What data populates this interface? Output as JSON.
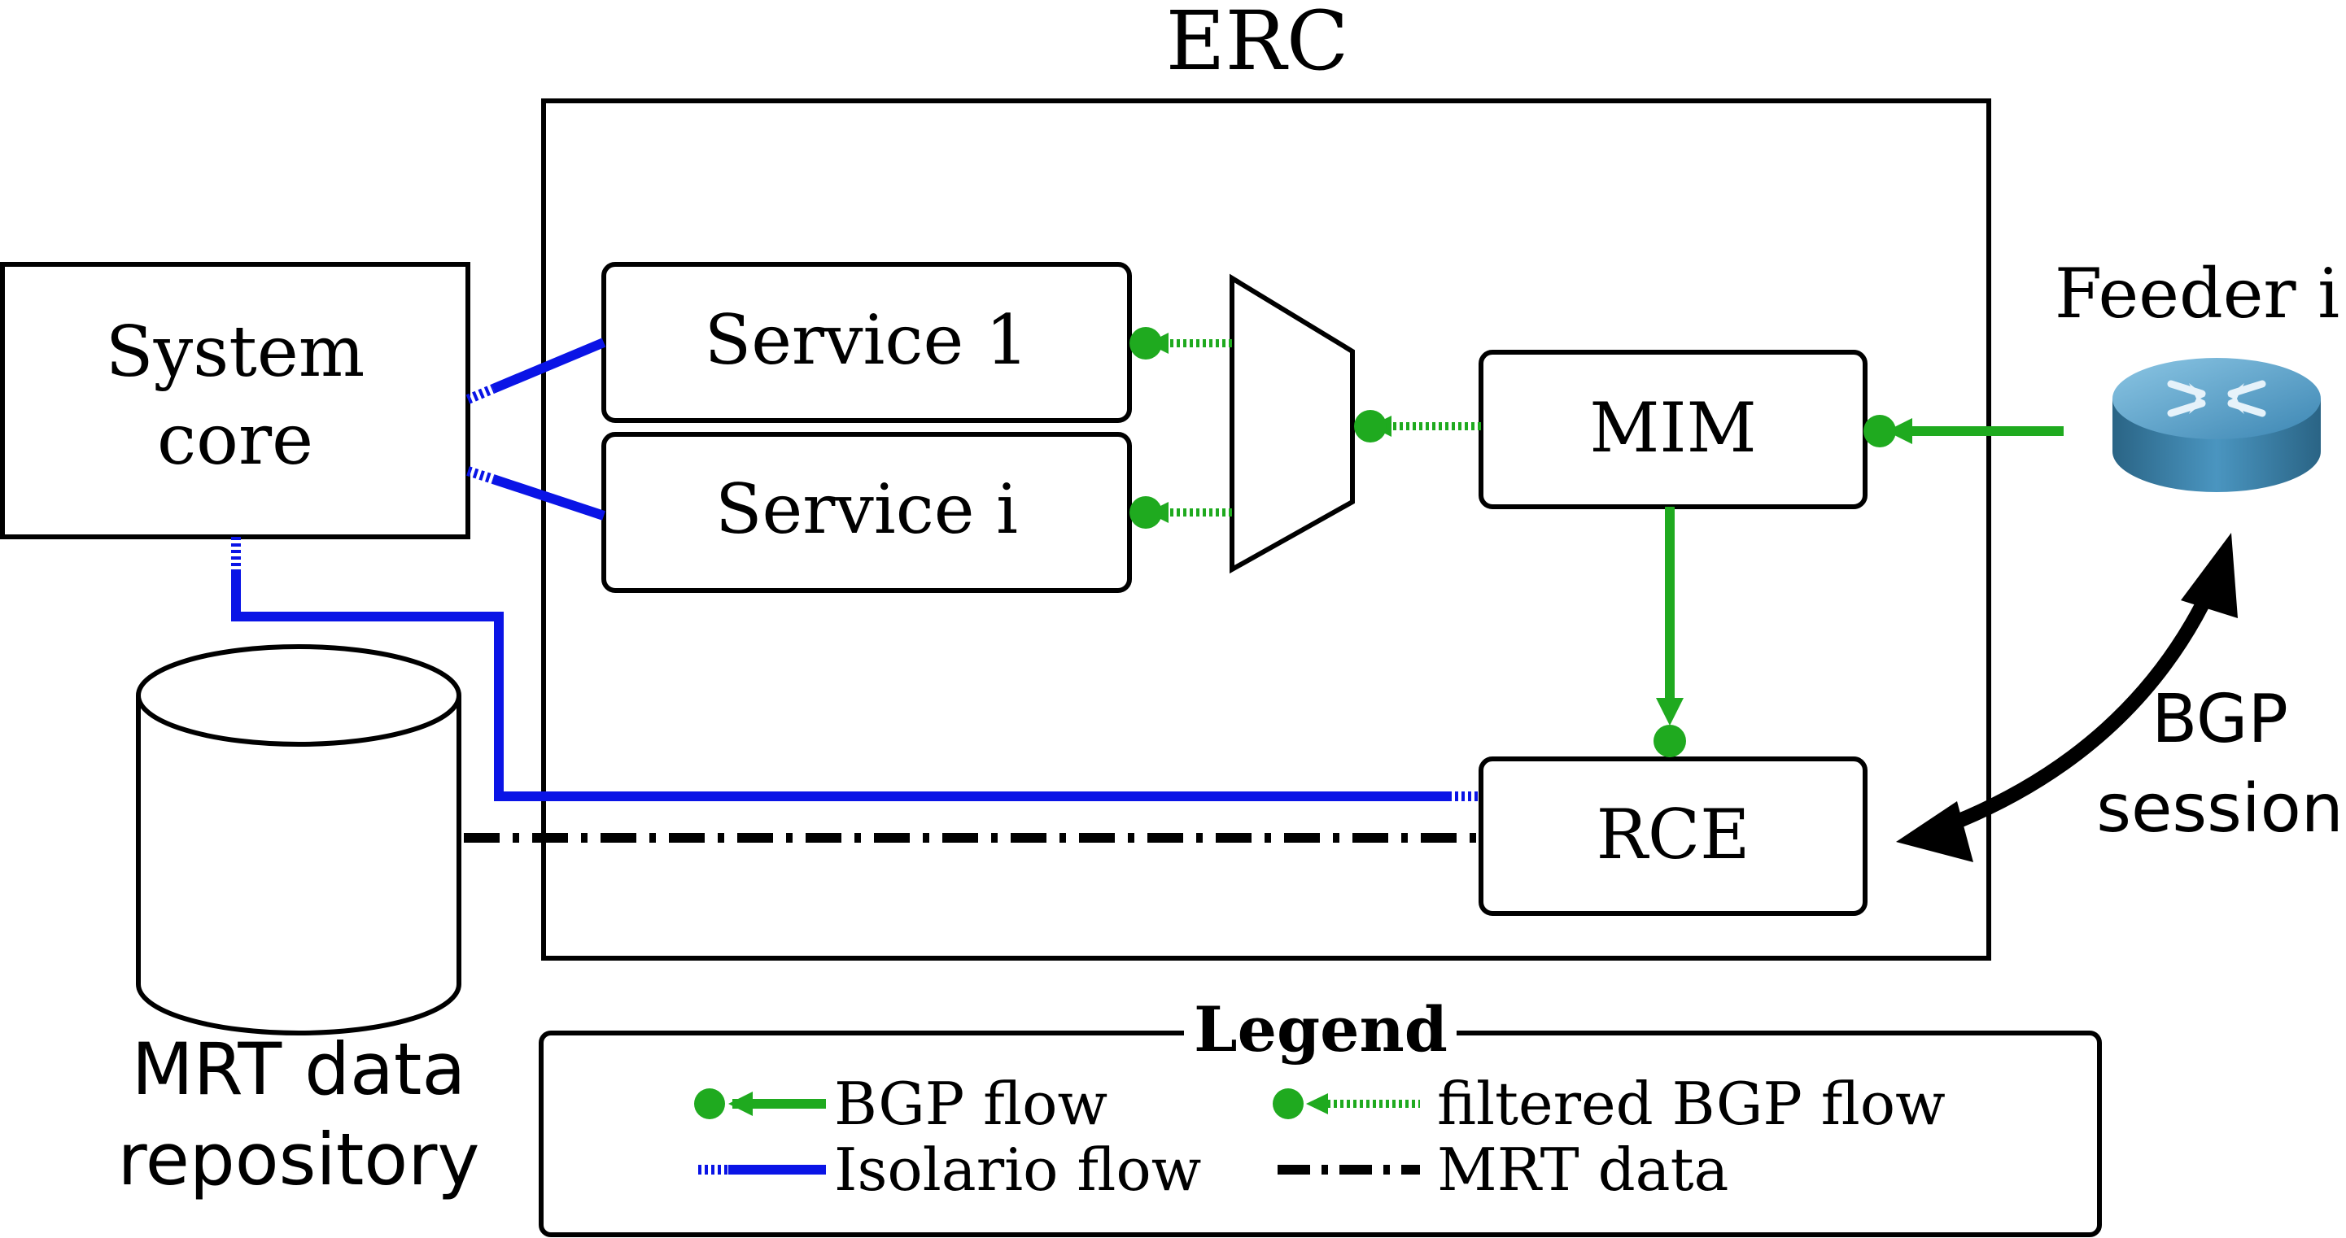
{
  "erc": {
    "title": "ERC"
  },
  "system_core": {
    "line1": "System",
    "line2": "core"
  },
  "services": {
    "service1": "Service 1",
    "servicei": "Service i"
  },
  "mim": {
    "label": "MIM"
  },
  "rce": {
    "label": "RCE"
  },
  "feeder": {
    "label": "Feeder i",
    "icon": "router-icon"
  },
  "bgp_session": {
    "line1": "BGP",
    "line2": "session"
  },
  "repository": {
    "line1": "MRT data",
    "line2": "repository"
  },
  "legend": {
    "title": "Legend",
    "items": {
      "bgp_flow": "BGP flow",
      "filtered_bgp_flow": "filtered BGP flow",
      "isolario_flow": "Isolario flow",
      "mrt_data": "MRT data"
    }
  },
  "colors": {
    "green": "#1faa1f",
    "blue": "#0a14e6",
    "black": "#000000",
    "router_top": "#5fa6cc",
    "router_side": "#2f6e92"
  }
}
